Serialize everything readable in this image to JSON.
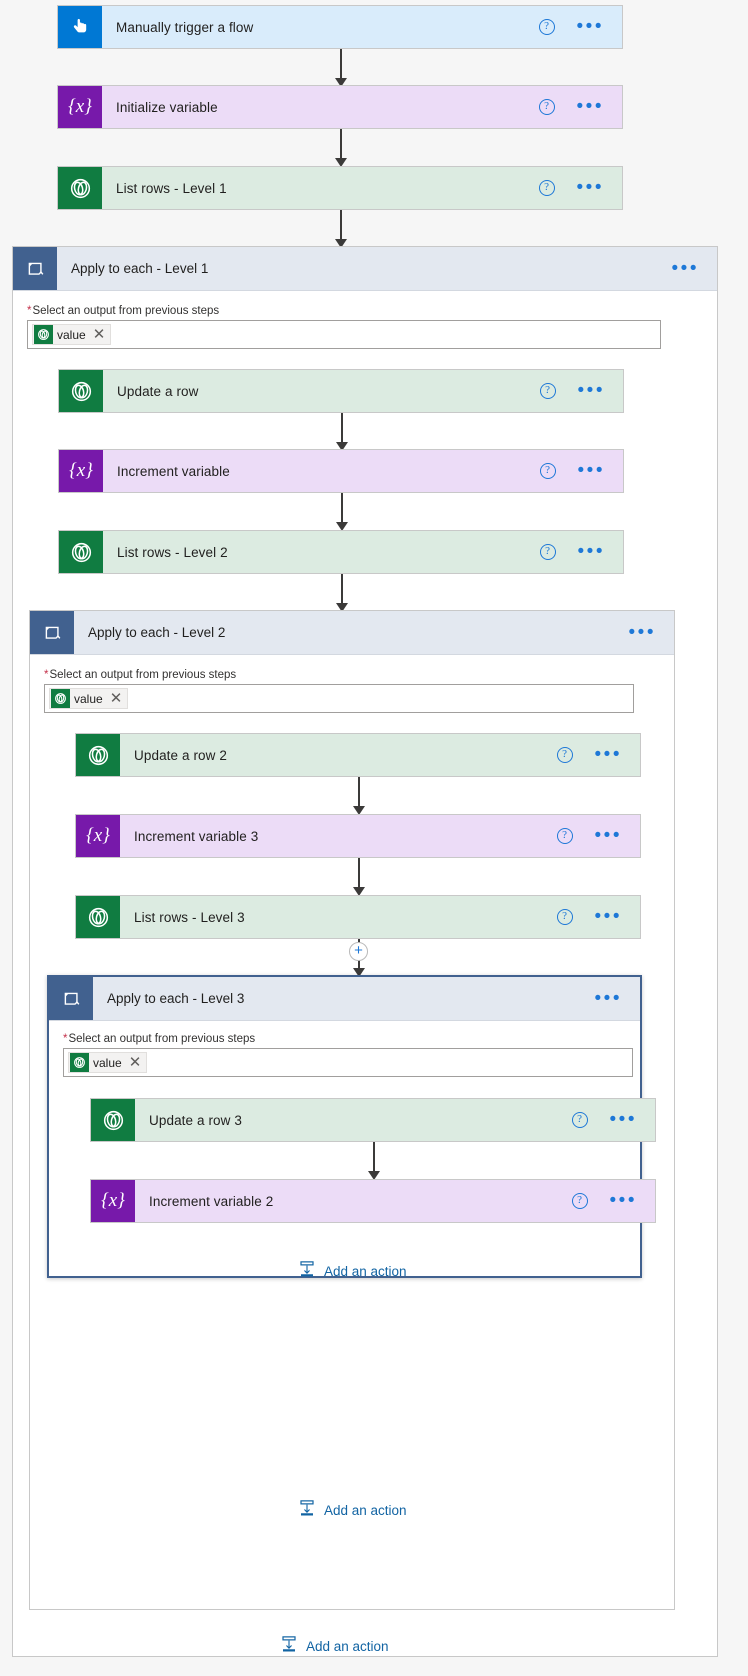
{
  "app": {
    "name": "Power Automate Flow Designer",
    "canvas_background": "#f6f6f6"
  },
  "colors": {
    "trigger_bg": "#d9ecfb",
    "trigger_icon_bg": "#0078d4",
    "variable_bg": "#ecdcf7",
    "variable_icon_bg": "#7719aa",
    "dataverse_bg": "#dcebe1",
    "dataverse_icon_bg": "#107c41",
    "scope_header_bg": "#e3e8f0",
    "scope_icon_bg": "#41618f",
    "selected_border": "#41618f",
    "link_blue": "#1264a3",
    "accent_blue": "#1e78d7",
    "required_red": "#c4314b"
  },
  "icons": {
    "trigger": "hand-pointer-icon",
    "variable": "{x}",
    "dataverse": "dataverse-icon",
    "loop": "apply-to-each-loop-icon",
    "help": "?",
    "overflow": "•••",
    "plus": "+",
    "close": "✕",
    "add_action": "add-action-icon"
  },
  "common": {
    "help_tooltip": "?",
    "overflow_menu": "•••",
    "add_action_label": "Add an action",
    "field_label": "Select an output from previous steps",
    "required_marker": "*",
    "token_label": "value",
    "token_remove": "✕"
  },
  "steps": {
    "trigger": {
      "title": "Manually trigger a flow",
      "type": "trigger",
      "icon": "hand-pointer-icon"
    },
    "initialize_variable": {
      "title": "Initialize variable",
      "type": "variable",
      "icon": "{x}"
    },
    "list_rows_level_1": {
      "title": "List rows - Level 1",
      "type": "dataverse",
      "icon": "dataverse-icon"
    },
    "apply_to_each_level_1": {
      "title": "Apply to each - Level 1",
      "type": "scope",
      "icon": "apply-to-each-loop-icon",
      "selected": false
    },
    "update_a_row": {
      "title": "Update a row",
      "type": "dataverse",
      "icon": "dataverse-icon"
    },
    "increment_variable": {
      "title": "Increment variable",
      "type": "variable",
      "icon": "{x}"
    },
    "list_rows_level_2": {
      "title": "List rows - Level 2",
      "type": "dataverse",
      "icon": "dataverse-icon"
    },
    "apply_to_each_level_2": {
      "title": "Apply to each - Level 2",
      "type": "scope",
      "icon": "apply-to-each-loop-icon",
      "selected": false
    },
    "update_a_row_2": {
      "title": "Update a row 2",
      "type": "dataverse",
      "icon": "dataverse-icon"
    },
    "increment_variable_3": {
      "title": "Increment variable 3",
      "type": "variable",
      "icon": "{x}"
    },
    "list_rows_level_3": {
      "title": "List rows - Level 3",
      "type": "dataverse",
      "icon": "dataverse-icon"
    },
    "apply_to_each_level_3": {
      "title": "Apply to each - Level 3",
      "type": "scope",
      "icon": "apply-to-each-loop-icon",
      "selected": true
    },
    "update_a_row_3": {
      "title": "Update a row 3",
      "type": "dataverse",
      "icon": "dataverse-icon"
    },
    "increment_variable_2": {
      "title": "Increment variable 2",
      "type": "variable",
      "icon": "{x}"
    }
  }
}
